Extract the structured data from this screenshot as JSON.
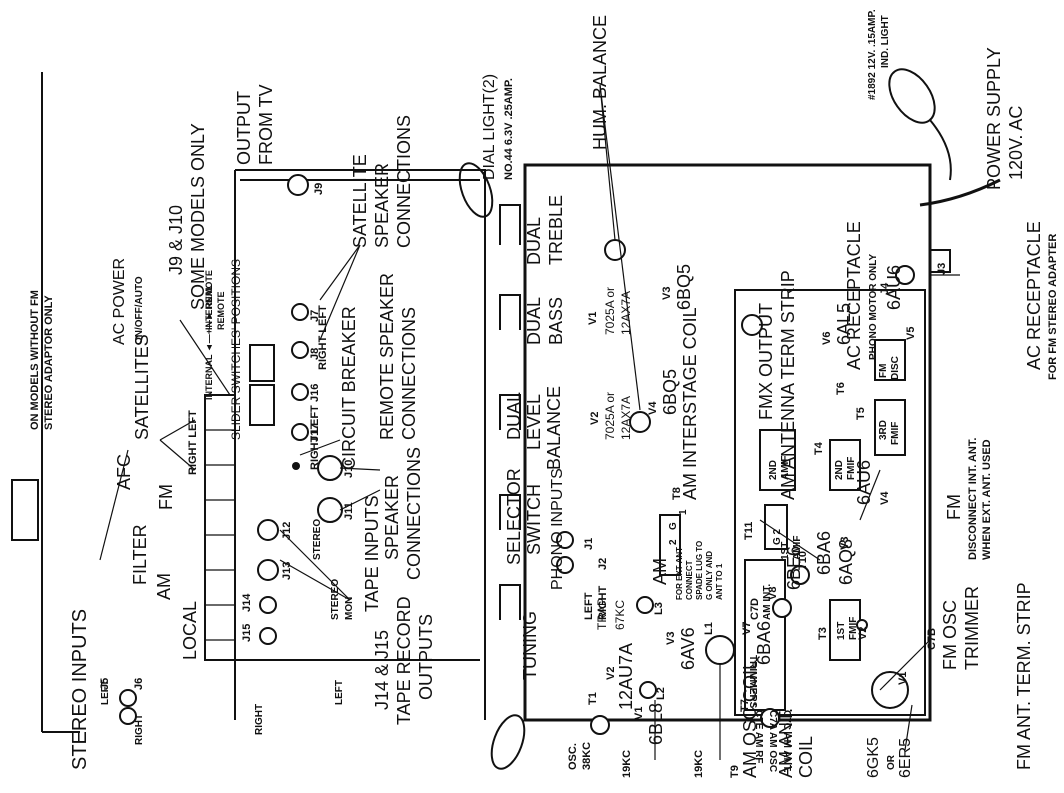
{
  "left_panel": {
    "stereo_note_1": "ON MODELS WITHOUT FM",
    "stereo_note_2": "STEREO ADAPTOR ONLY",
    "stereo_inputs": "STEREO INPUTS",
    "left": "LEFT",
    "right": "RIGHT",
    "j5": "J5",
    "j6": "J6",
    "local": "LOCAL",
    "am": "AM",
    "filter": "FILTER",
    "fm": "FM",
    "afc": "AFC",
    "satellites": "SATELLITES",
    "sat_right_left": "RIGHT LEFT",
    "ac_power": "AC POWER",
    "ac_power_sub": "ON/OFF/AUTO",
    "internal_remote_1": "INTERNAL",
    "internal_remote_2": "REMOTE",
    "internal_remote_3": "INTERNAL ◄—+—► REMOTE",
    "slider_switches": "SLIDER SWITCHES' POSITIONS",
    "j9_j10_1": "J9 & J10",
    "j9_j10_2": "SOME  MODELS ONLY",
    "output_from_tv": "OUTPUT",
    "output_from_tv_2": "FROM TV",
    "satellite_speaker": "SATELLITE",
    "satellite_speaker_2": "SPEAKER",
    "satellite_speaker_3": "CONNECTIONS",
    "right_left": "RIGHT  LEFT",
    "j7": "J7",
    "j8": "J8",
    "j9": "J9",
    "j16": "J16",
    "j17": "J17",
    "j10": "J10",
    "j11": "J11",
    "j12": "J12",
    "j13": "J13",
    "j14": "J14",
    "j15": "J15",
    "circuit_breaker": "CIRCUIT BREAKER",
    "remote_speaker": "REMOTE SPEAKER",
    "remote_speaker_2": "CONNECTIONS",
    "speaker_conn": "SPEAKER",
    "speaker_conn_2": "CONNECTIONS",
    "tape_inputs": "TAPE INPUTS",
    "stereo": "STEREO",
    "stereo_mon_1": "STEREO",
    "stereo_mon_2": "MON",
    "right_lbl": "RIGHT",
    "left_lbl": "LEFT",
    "j14_j15_1": "J14 & J15",
    "j14_j15_2": "TAPE RECORD",
    "j14_j15_3": "OUTPUTS"
  },
  "right_panel": {
    "dial_light_1": "DIAL LIGHT(2)",
    "dial_light_2": "NO.44  6.3V .25AMP.",
    "hum_balance": "HUM. BALANCE",
    "bulb_1": "#1892  12V. .15AMP.",
    "bulb_2": "IND. LIGHT",
    "power_supply_1": "POWER SUPPLY",
    "power_supply_2": "120V. AC",
    "ac_receptacle_1": "AC RECEPTACLE",
    "ac_receptacle_2": "FOR FM STEREO ADAPTER",
    "ac_receptacle_phono_1": "AC RECEPTACLE",
    "ac_receptacle_phono_2": "PHONO MOTOR ONLY",
    "j3": "J3",
    "j4": "J4",
    "dual_treble_1": "DUAL",
    "dual_treble_2": "TREBLE",
    "dual_bass_1": "DUAL",
    "dual_bass_2": "BASS",
    "dual_level_1": "DUAL",
    "dual_level_2": "LEVEL",
    "dual_level_3": "BALANCE",
    "selector_1": "SELECTOR",
    "selector_2": "SWITCH",
    "tuning": "TUNING",
    "v3_tube": "V3",
    "v3_type": "6BQ5",
    "v4_tube": "V4",
    "v4_type": "6BQ5",
    "v1_tube": "V1",
    "v1_type_1": "7025A or",
    "v1_type_2": "12AX7A",
    "v2_tube": "V2",
    "v2_type_1": "7025A or",
    "v2_type_2": "12AX7A",
    "am_interstage": "AM INTERSTAGE COIL",
    "t8": "T8",
    "fmx_output": "FMX OUTPUT",
    "am_antenna_strip": "AM ANTENNA TERM STRIP",
    "phono_inputs": "PHONO INPUTS",
    "j1": "J1",
    "j2": "J2",
    "phono_left": "LEFT",
    "phono_right": "RIGHT",
    "am_lbl": "AM",
    "for_ext_ant": [
      "FOR EXT ANT",
      "CONNECT",
      "SPADE LUG TO",
      "G ONLY AND",
      "ANT TO 1"
    ],
    "strip_2": "2",
    "strip_g": "G",
    "strip_1": "1",
    "g2": "G 2",
    "v6": "V6",
    "v6_type": "6AL5",
    "t6": "T6",
    "fm_disc_1": "FM",
    "fm_disc_2": "DISC",
    "v5": "V5",
    "v5_type": "6AU6",
    "t5": "T5",
    "fmif_3rd_1": "3RD",
    "fmif_3rd_2": "FMIF",
    "t4": "T4",
    "fmif_2nd_1": "2ND",
    "fmif_2nd_2": "FMIF",
    "v4b": "V4",
    "v4b_type": "6AU6",
    "t11": "T11",
    "amif_2nd_1": "2ND",
    "amif_2nd_2": "AMIF",
    "t10": "T10",
    "amif_1st_1": "1ST",
    "amif_1st_2": "AMIF",
    "v3b": "V3",
    "v3b_type": "6BA6",
    "v2b_type": "6AQ8",
    "v8": "V8",
    "v8_type": "6BE6",
    "t3": "T3",
    "fmif_1st_1": "1ST",
    "fmif_1st_2": "FMIF",
    "v2b": "V2",
    "c7d": "C7D",
    "c7d_2": "AM INT.",
    "c7e": "C7E AM RF",
    "c7a": "C7A AM OSC",
    "c7c": "C7C AM ANT.",
    "trimmers": "TRIMMERS",
    "c7b": "C7B",
    "fm_osc_trim_1": "FM OSC",
    "fm_osc_trim_2": "TRIMMER",
    "fm_note_1": "FM",
    "fm_note_2": "DISCONNECT INT. ANT.",
    "fm_note_3": "WHEN EXT. ANT. USED",
    "fm_ant_strip": "FM ANT. TERM. STRIP",
    "v1b": "V1",
    "trap_1": "TRAP",
    "trap_2": "67KC",
    "l3": "L3",
    "v3c": "V3",
    "v3c_type": "6AV6",
    "v2c": "V2",
    "v2c_type": "12AU7A",
    "l2": "L2",
    "l1": "L1",
    "t1": "T1",
    "v1c": "V1",
    "v1c_type": "6BL8",
    "v7": "V7",
    "v7_type": "6BA6",
    "t7": "T7",
    "osc_1": "OSC.",
    "osc_2": "38KC",
    "kc19a": "19KC",
    "kc19b": "19KC",
    "t9": "T9",
    "am_osc_coil": "AM OSC.COIL",
    "am_ant_coil_1": "AM ANT.",
    "am_ant_coil_2": "COIL",
    "tube_6gk5_1": "6GK5",
    "tube_6gk5_2": "OR",
    "tube_6gk5_3": "6ER5",
    "v1d": "V1"
  }
}
